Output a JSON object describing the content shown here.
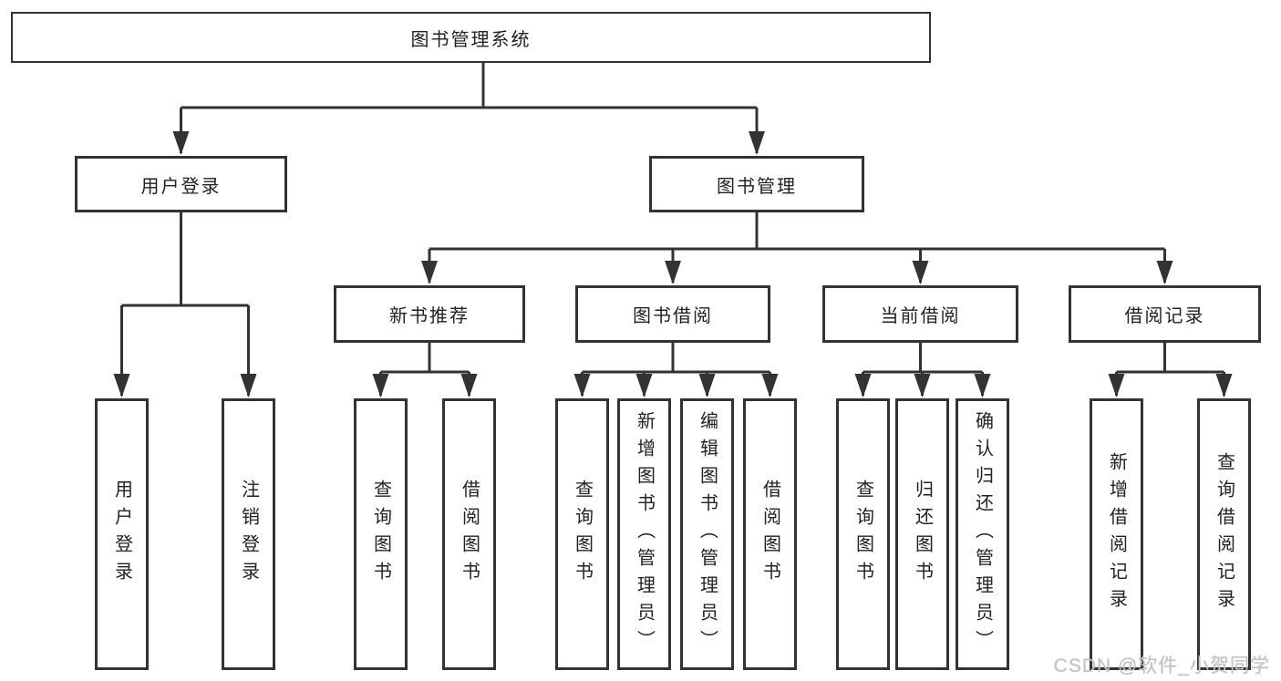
{
  "colors": {
    "line": "#333333",
    "text": "#222222",
    "background": "#ffffff",
    "watermark": "#c6c6c6"
  },
  "tree": {
    "label": "图书管理系统",
    "children": [
      {
        "label": "用户登录",
        "children": [
          {
            "label": "用户登录"
          },
          {
            "label": "注销登录"
          }
        ]
      },
      {
        "label": "图书管理",
        "children": [
          {
            "label": "新书推荐",
            "children": [
              {
                "label": "查询图书"
              },
              {
                "label": "借阅图书"
              }
            ]
          },
          {
            "label": "图书借阅",
            "children": [
              {
                "label": "查询图书"
              },
              {
                "label": "新增图书（管理员）"
              },
              {
                "label": "编辑图书（管理员）"
              },
              {
                "label": "借阅图书"
              }
            ]
          },
          {
            "label": "当前借阅",
            "children": [
              {
                "label": "查询图书"
              },
              {
                "label": "归还图书"
              },
              {
                "label": "确认归还（管理员）"
              }
            ]
          },
          {
            "label": "借阅记录",
            "children": [
              {
                "label": "新增借阅记录"
              },
              {
                "label": "查询借阅记录"
              }
            ]
          }
        ]
      }
    ]
  },
  "watermark": {
    "text": "CSDN @软件_小贺同学"
  }
}
